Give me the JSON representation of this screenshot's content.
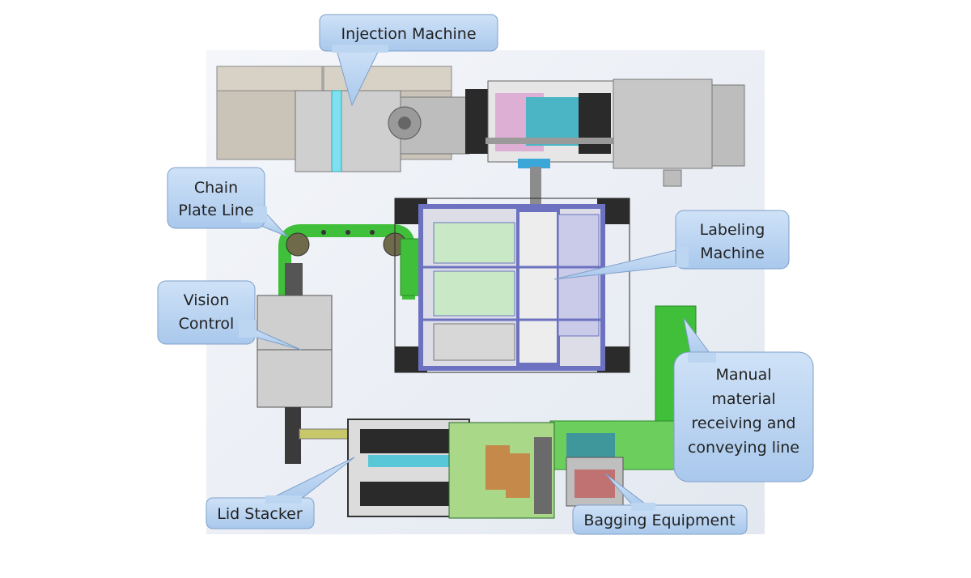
{
  "labels": {
    "injection_machine": "Injection Machine",
    "chain_plate_line": [
      "Chain",
      "Plate Line"
    ],
    "vision_control": [
      "Vision",
      "Control"
    ],
    "labeling_machine": [
      "Labeling",
      "Machine"
    ],
    "manual_line": [
      "Manual",
      "material",
      "receiving and",
      "conveying line"
    ],
    "lid_stacker": "Lid Stacker",
    "bagging_equipment": "Bagging Equipment"
  },
  "colors": {
    "callout_fill": "#b9d3f0",
    "callout_stroke": "#7f9fc9",
    "conveyor_green": "#3fbf3a",
    "machine_gray": "#c8c8c8",
    "frame_blue": "#8c92d6",
    "cyan": "#58c8d8"
  }
}
